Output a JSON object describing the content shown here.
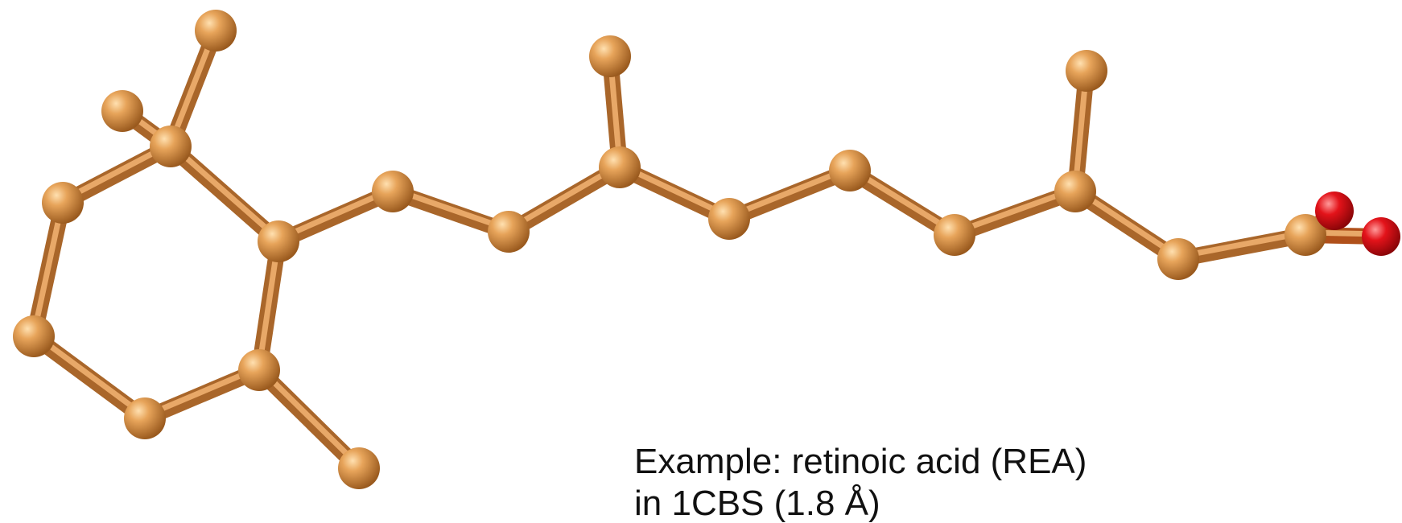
{
  "caption": {
    "line1": "Example: retinoic acid (REA)",
    "line2": "in 1CBS (1.8 Å)"
  },
  "colors": {
    "background": "#ffffff",
    "carbon": "#D38C42",
    "oxygen": "#E3131A"
  },
  "molecule": {
    "name": "retinoic acid",
    "atom_elements": [
      "C",
      "C",
      "C",
      "C",
      "C",
      "C",
      "C",
      "C",
      "C",
      "C",
      "C",
      "C",
      "C",
      "C",
      "C",
      "C",
      "C",
      "C",
      "C",
      "C",
      "O",
      "O"
    ]
  }
}
